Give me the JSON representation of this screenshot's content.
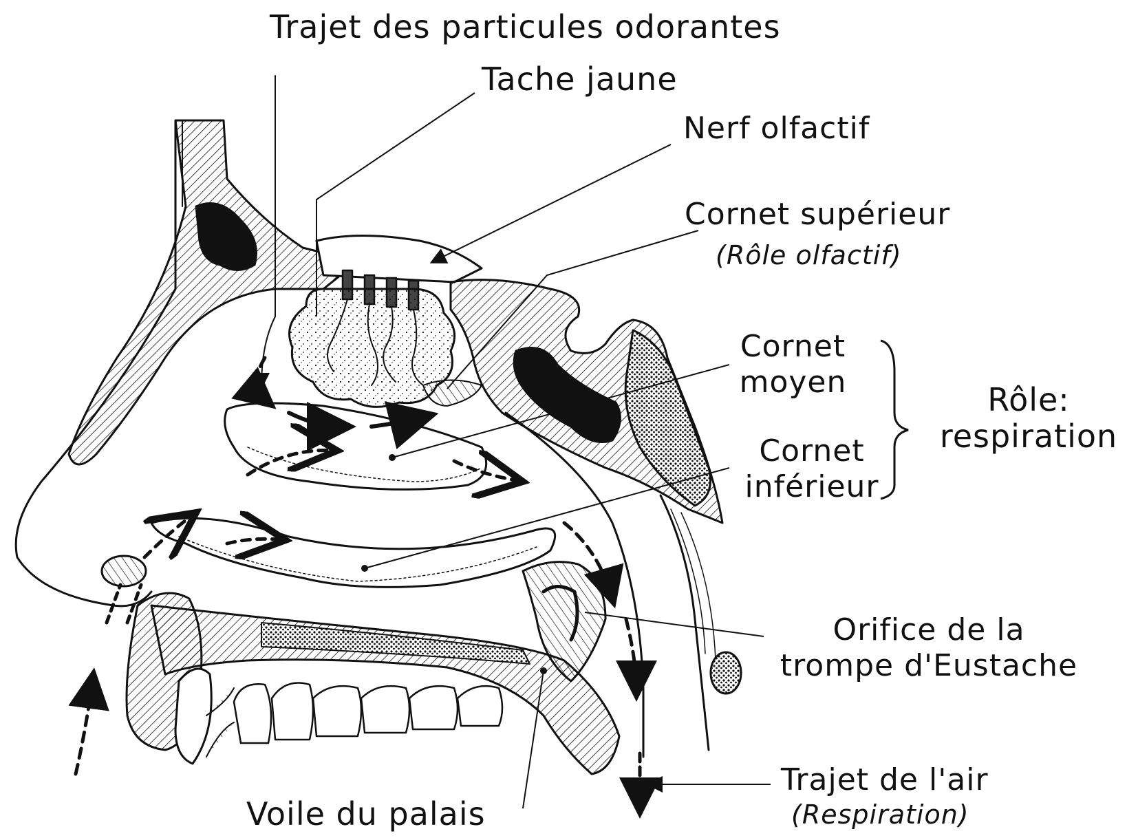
{
  "labels": {
    "particles_path": "Trajet des particules odorantes",
    "yellow_spot": "Tache jaune",
    "olfactory_nerve": "Nerf olfactif",
    "superior_turbinate": "Cornet supérieur",
    "superior_turbinate_role": "(Rôle olfactif)",
    "middle_turbinate_1": "Cornet",
    "middle_turbinate_2": "moyen",
    "inferior_turbinate_1": "Cornet",
    "inferior_turbinate_2": "inférieur",
    "role_1": "Rôle:",
    "role_2": "respiration",
    "eustachian_1": "Orifice de la",
    "eustachian_2": "trompe d'Eustache",
    "air_path": "Trajet de l'air",
    "air_path_role": "(Respiration)",
    "soft_palate": "Voile du palais"
  }
}
